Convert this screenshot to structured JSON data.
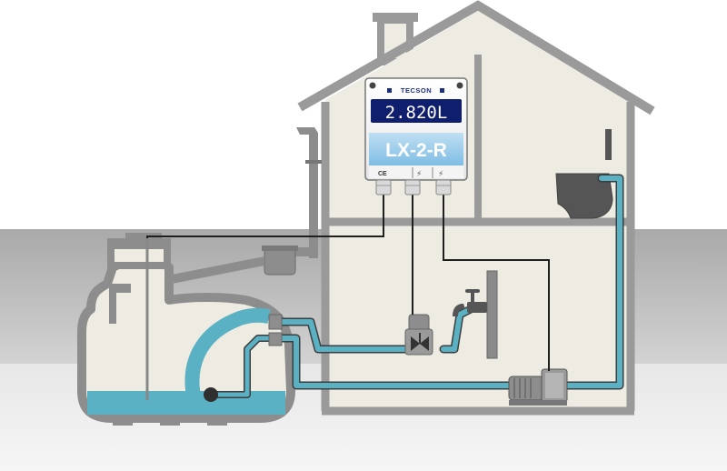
{
  "controller": {
    "brand": "TECSON",
    "display_value": "2.820L",
    "model": "LX-2-R",
    "ce_mark": "CE",
    "relay_symbol_1": "⚡",
    "relay_symbol_2": "⚡"
  },
  "colors": {
    "water": "#5bb1c4",
    "pipe_outline": "#3d3d3d",
    "house_wall": "#9a9a9a",
    "house_fill": "#eeebe2",
    "ground_top": "#a9a9a9",
    "ground_bottom": "#f2f2f2",
    "lcd_bg": "#0f1f6e",
    "lcd_text": "#ffffff",
    "panel_blue": "#8cc3e6"
  },
  "icons": [
    "chimney-icon",
    "downpipe-icon",
    "filter-icon",
    "tank-icon",
    "solenoid-valve-icon",
    "tap-icon",
    "pump-icon",
    "toilet-icon",
    "controller-icon"
  ]
}
